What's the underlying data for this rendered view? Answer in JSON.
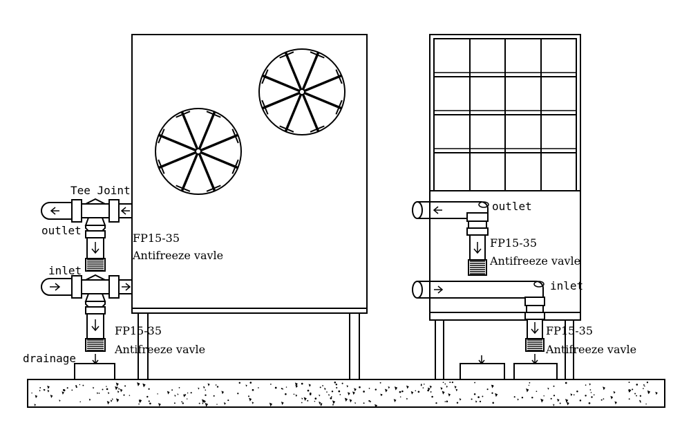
{
  "labels": {
    "tee_joint": "Tee Joint",
    "left_outlet": "outlet",
    "left_inlet": "inlet",
    "drainage": "drainage",
    "valve_upper_model": "FP15-35",
    "valve_upper_name": "Antifreeze vavle",
    "valve_lower_model": "FP15-35",
    "valve_lower_name": "Antifreeze vavle",
    "right_outlet": "outlet",
    "right_inlet": "inlet",
    "right_valve_upper_model": "FP15-35",
    "right_valve_upper_name": "Antifreeze vavle",
    "right_valve_lower_model": "FP15-35",
    "right_valve_lower_name": "Antifreeze vavle"
  },
  "colors": {
    "line": "#000000",
    "background": "#ffffff"
  }
}
